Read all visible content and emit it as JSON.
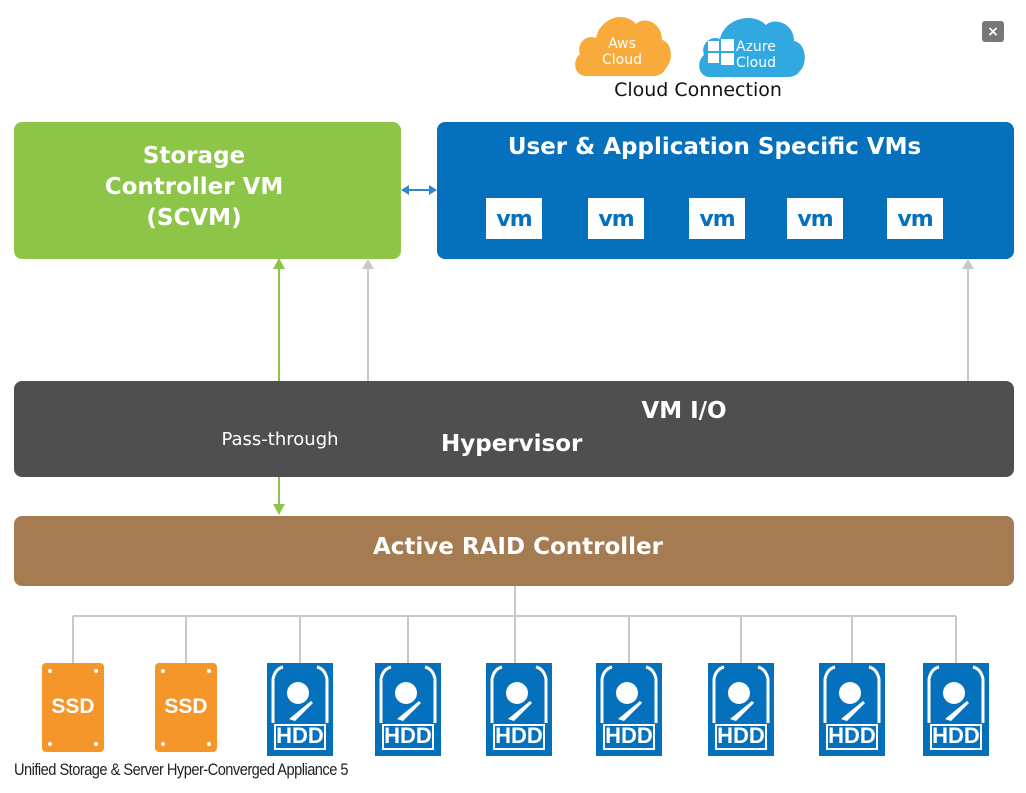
{
  "close_button": {
    "label": "×",
    "icon": "close-icon"
  },
  "cloud_connection": {
    "caption": "Cloud Connection",
    "clouds": [
      {
        "line1": "Aws",
        "line2": "Cloud",
        "color": "#f8ab3a",
        "icon": "aws-cloud-icon"
      },
      {
        "line1": "Azure",
        "line2": "Cloud",
        "color": "#31a8e0",
        "icon": "azure-cloud-icon"
      }
    ]
  },
  "scvm": {
    "line1": "Storage",
    "line2": "Controller VM",
    "line3": "(SCVM)",
    "color": "#8cc547"
  },
  "user_vms": {
    "title": "User & Application Specific VMs",
    "color": "#0571bc",
    "vms": [
      {
        "label": "vm"
      },
      {
        "label": "vm"
      },
      {
        "label": "vm"
      },
      {
        "label": "vm"
      },
      {
        "label": "vm"
      }
    ]
  },
  "hypervisor": {
    "label": "Hypervisor",
    "vm_io_label": "VM I/O",
    "pass_through_label": "Pass-through",
    "color": "#4f4f4f"
  },
  "raid": {
    "label": "Active RAID Controller",
    "color": "#a57b52"
  },
  "drives": [
    {
      "type": "ssd",
      "label": "SSD"
    },
    {
      "type": "ssd",
      "label": "SSD"
    },
    {
      "type": "hdd",
      "label": "HDD"
    },
    {
      "type": "hdd",
      "label": "HDD"
    },
    {
      "type": "hdd",
      "label": "HDD"
    },
    {
      "type": "hdd",
      "label": "HDD"
    },
    {
      "type": "hdd",
      "label": "HDD"
    },
    {
      "type": "hdd",
      "label": "HDD"
    },
    {
      "type": "hdd",
      "label": "HDD"
    }
  ],
  "footer": {
    "caption": "Unified Storage & Server Hyper-Converged Appliance 5"
  },
  "colors": {
    "ssd": "#f5962a",
    "hdd": "#0571bc",
    "pass_through_arrow": "#8cc547",
    "vm_io_line": "#bdbdbd",
    "scvm_link_arrow": "#2f86c9"
  }
}
